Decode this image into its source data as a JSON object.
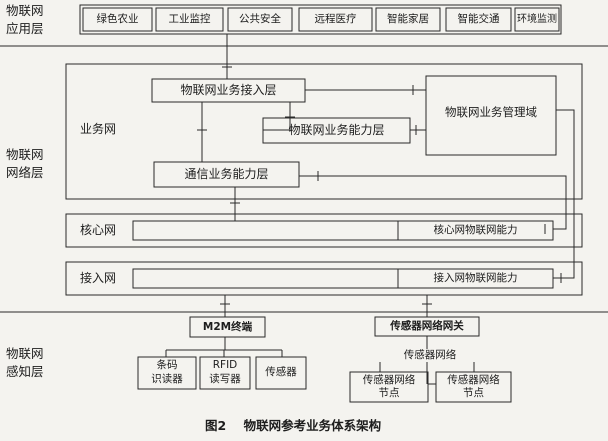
{
  "layers": {
    "application": [
      "物联网",
      "应用层"
    ],
    "network": [
      "物联网",
      "网络层"
    ],
    "perception": [
      "物联网",
      "感知层"
    ]
  },
  "applications": [
    "绿色农业",
    "工业监控",
    "公共安全",
    "远程医疗",
    "智能家居",
    "智能交通",
    "环境监测"
  ],
  "business_net": {
    "label": "业务网",
    "access_layer": "物联网业务接入层",
    "capability_layer": "物联网业务能力层",
    "management_domain": "物联网业务管理域",
    "comm_layer": "通信业务能力层"
  },
  "core_net": {
    "label": "核心网",
    "capability": "核心网物联网能力"
  },
  "access_net": {
    "label": "接入网",
    "capability": "接入网物联网能力"
  },
  "perception": {
    "m2m_terminal": "M2M终端",
    "devices": [
      [
        "条码",
        "识读器"
      ],
      [
        "RFID",
        "读写器"
      ],
      [
        "传感器"
      ]
    ],
    "sensor_gateway": "传感器网络网关",
    "sensor_network": "传感器网络",
    "sensor_nodes": [
      [
        "传感器网络",
        "节点"
      ],
      [
        "传感器网络",
        "节点"
      ]
    ]
  },
  "caption": "图2    物联网参考业务体系架构"
}
